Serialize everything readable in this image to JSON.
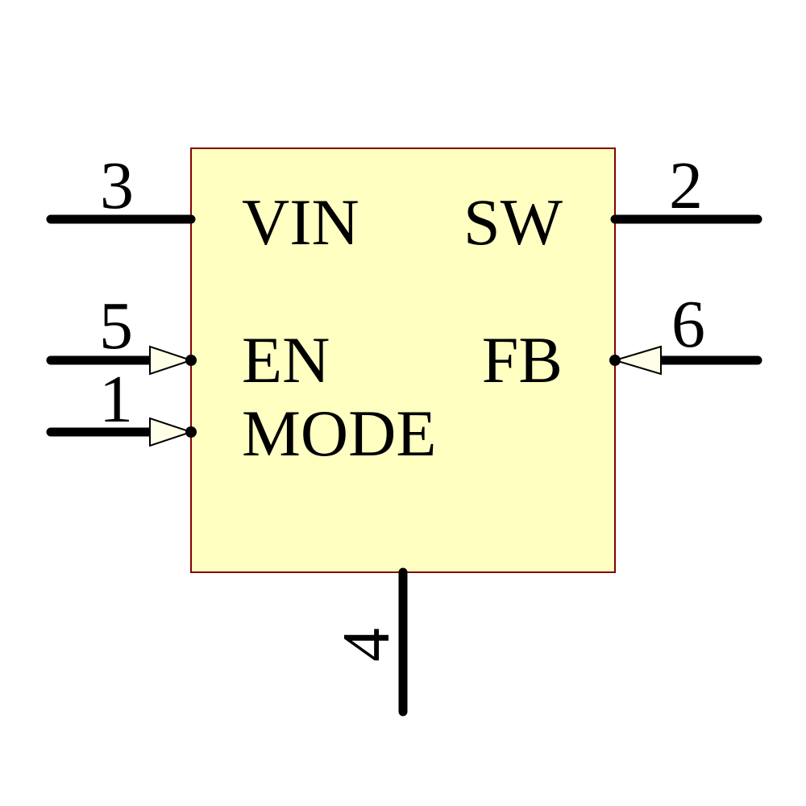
{
  "schematic": {
    "background_color": "#FFFFFF",
    "symbol": {
      "body": {
        "fill_color": "#FFFFC2",
        "border_color": "#840000"
      },
      "pin_color": "#000000",
      "arrow_fill_color": "#FFFFE8",
      "text_color": "#000000",
      "pins": {
        "vin": {
          "number": "3",
          "name": "VIN",
          "side": "left"
        },
        "en": {
          "number": "5",
          "name": "EN",
          "side": "left"
        },
        "mode": {
          "number": "1",
          "name": "MODE",
          "side": "left"
        },
        "sw": {
          "number": "2",
          "name": "SW",
          "side": "right"
        },
        "fb": {
          "number": "6",
          "name": "FB",
          "side": "right"
        },
        "pin4": {
          "number": "4",
          "side": "bottom"
        }
      }
    }
  }
}
